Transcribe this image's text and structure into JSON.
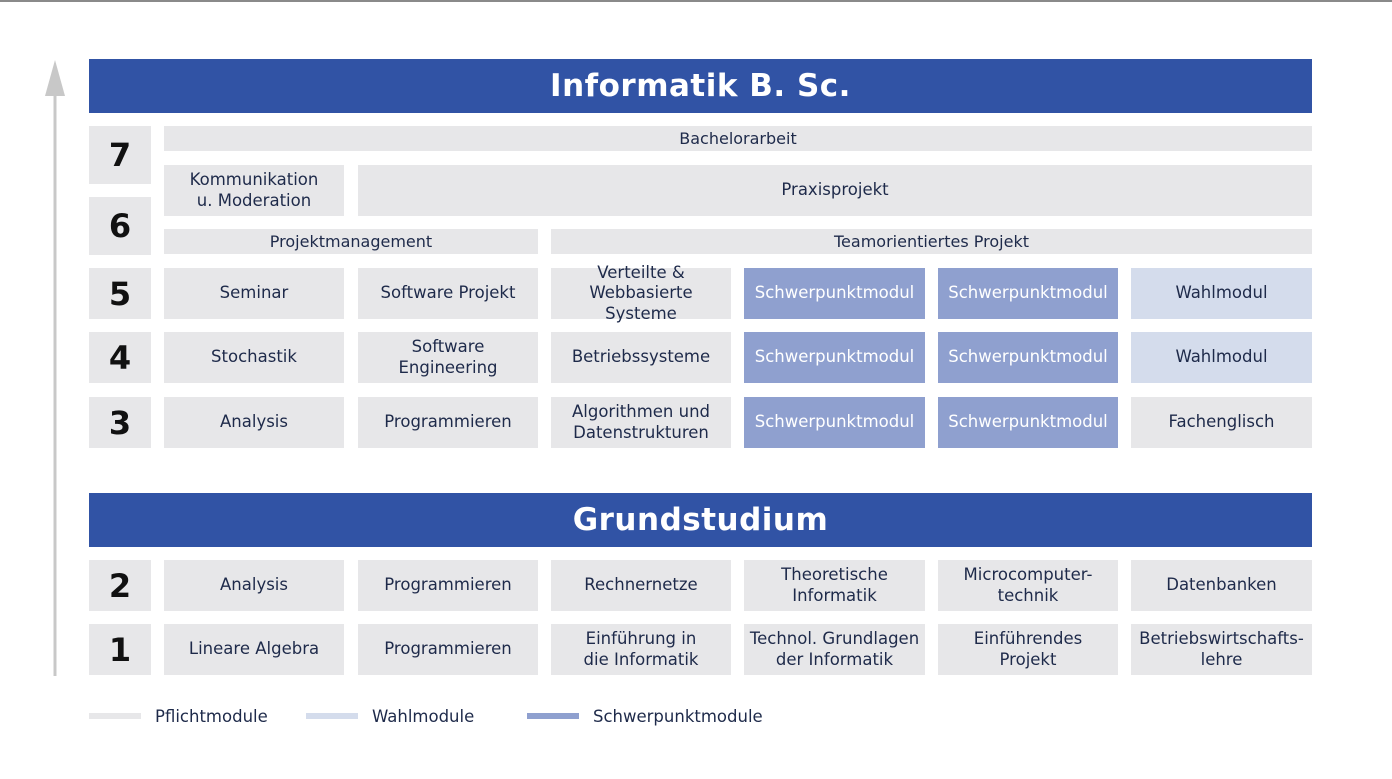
{
  "title": "Informatik B. Sc.",
  "grund_title": "Grundstudium",
  "semesters": {
    "s7": "7",
    "s6": "6",
    "s5": "5",
    "s4": "4",
    "s3": "3",
    "s2": "2",
    "s1": "1"
  },
  "modules": {
    "bachelorarbeit": "Bachelorarbeit",
    "kommunikation": "Kommunikation\nu. Moderation",
    "praxisprojekt": "Praxisprojekt",
    "projektmanagement": "Projektmanagement",
    "teamprojekt": "Teamorientiertes Projekt",
    "r5": [
      "Seminar",
      "Software Projekt",
      "Verteilte &\nWebbasierte Systeme",
      "Schwerpunktmodul",
      "Schwerpunktmodul",
      "Wahlmodul"
    ],
    "r4": [
      "Stochastik",
      "Software Engineering",
      "Betriebssysteme",
      "Schwerpunktmodul",
      "Schwerpunktmodul",
      "Wahlmodul"
    ],
    "r3": [
      "Analysis",
      "Programmieren",
      "Algorithmen und\nDatenstrukturen",
      "Schwerpunktmodul",
      "Schwerpunktmodul",
      "Fachenglisch"
    ],
    "r2": [
      "Analysis",
      "Programmieren",
      "Rechnernetze",
      "Theoretische\nInformatik",
      "Microcomputer-\ntechnik",
      "Datenbanken"
    ],
    "r1": [
      "Lineare Algebra",
      "Programmieren",
      "Einführung in\ndie Informatik",
      "Technol. Grundlagen\nder Informatik",
      "Einführendes\nProjekt",
      "Betriebswirtschafts-\nlehre"
    ]
  },
  "legend": {
    "pflicht": "Pflichtmodule",
    "wahl": "Wahlmodule",
    "schwerpunkt": "Schwerpunktmodule"
  },
  "colors": {
    "banner": "#3153a5",
    "pflicht": "#e7e7e9",
    "wahl": "#d4dcec",
    "schwerpunkt": "#8fa0cf"
  }
}
